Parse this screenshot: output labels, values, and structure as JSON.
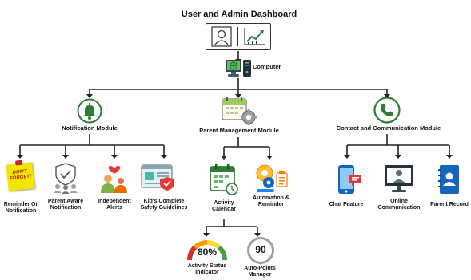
{
  "title": "User and Admin Dashboard",
  "computer_label": "Computer",
  "modules": {
    "notification": {
      "label": "Notification Module",
      "leaves": {
        "reminder": "Reminder Or Notification",
        "dont_forget": "DON'T FORGET!",
        "parent_aware": "Parent Aware Notification",
        "independent": "Independent Alerts",
        "safety": "Kid's Complete Safety Guidelines"
      }
    },
    "parent": {
      "label": "Parent Management Module",
      "leaves": {
        "activity_calendar": "Activity Calendar",
        "automation": "Automation & Reminder",
        "status_value": "80%",
        "status_label": "Activity Status Indicator",
        "points_value": "90",
        "points_label": "Auto-Points Manager"
      }
    },
    "contact": {
      "label": "Contact and Communication Module",
      "leaves": {
        "chat": "Chat Feature",
        "online": "Online Communication",
        "parent_record": "Parent Record"
      }
    }
  },
  "colors": {
    "green": "#2e7d32",
    "blue": "#1565c0",
    "yellow": "#f2e600",
    "gauge_red": "#d32f2f",
    "line": "#222222"
  }
}
